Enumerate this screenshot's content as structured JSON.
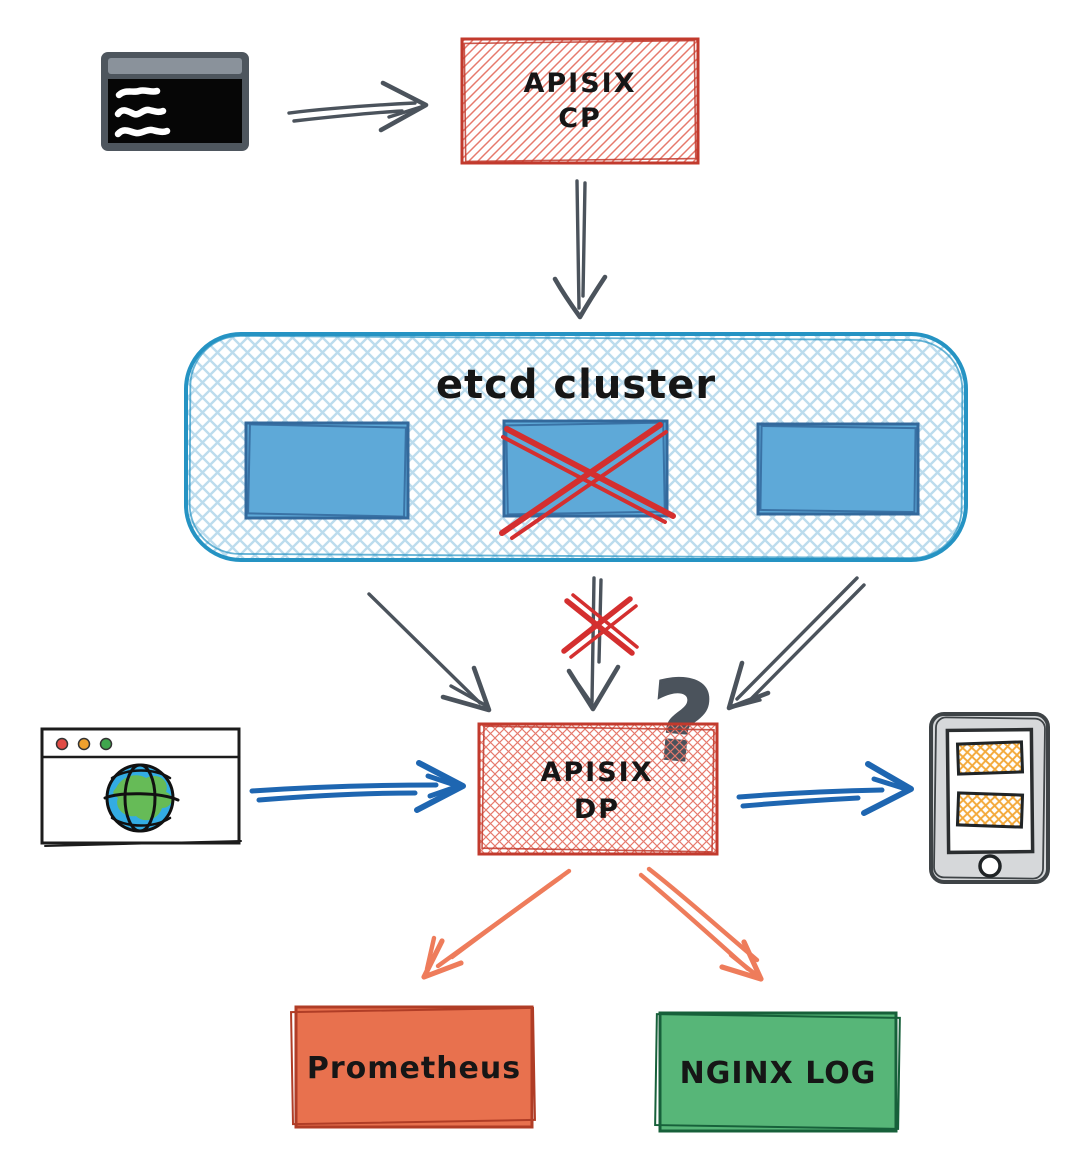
{
  "diagram": {
    "labels": {
      "cp_line1": "APISIX",
      "cp_line2": "CP",
      "etcd_title": "etcd cluster",
      "dp_line1": "APISIX",
      "dp_line2": "DP",
      "question_mark": "?",
      "prometheus": "Prometheus",
      "nginx_log": "NGINX LOG"
    },
    "icons": {
      "terminal": "terminal-window",
      "browser": "web-browser-with-globe",
      "phone": "mobile-device-with-app-screens"
    },
    "etcd_cluster": {
      "node_count": 3,
      "failed_node_index": 2
    },
    "edges": [
      {
        "from": "terminal",
        "to": "apisix-cp",
        "style": "dark"
      },
      {
        "from": "apisix-cp",
        "to": "etcd-cluster",
        "style": "dark"
      },
      {
        "from": "etcd-node-1",
        "to": "apisix-dp",
        "style": "dark"
      },
      {
        "from": "etcd-node-2",
        "to": "apisix-dp",
        "style": "dark",
        "status": "broken"
      },
      {
        "from": "etcd-node-3",
        "to": "apisix-dp",
        "style": "dark"
      },
      {
        "from": "browser",
        "to": "apisix-dp",
        "style": "blue"
      },
      {
        "from": "apisix-dp",
        "to": "phone",
        "style": "blue"
      },
      {
        "from": "apisix-dp",
        "to": "prometheus",
        "style": "orange"
      },
      {
        "from": "apisix-dp",
        "to": "nginx-log",
        "style": "orange"
      }
    ],
    "colors": {
      "red_border": "#c23a2d",
      "red_hatch": "#e6796c",
      "etcd_border": "#2593c3",
      "etcd_hatch": "#bcdced",
      "node_fill": "#5ea9d8",
      "node_border": "#33699c",
      "fail_red": "#d42f2f",
      "arrow_dark": "#4b535c",
      "arrow_blue": "#1e66b1",
      "arrow_orange": "#ee7c5b",
      "prometheus_fill": "#e8714e",
      "prometheus_border": "#b03d26",
      "nginx_fill": "#57b678",
      "nginx_border": "#17603a",
      "phone_body": "#d6d8da",
      "phone_outline": "#3e4346",
      "screen_hatch": "#f3a93a",
      "terminal_frame": "#4e565e",
      "terminal_titlebar": "#8a929b",
      "terminal_screen": "#060606",
      "dot_red": "#e04b45",
      "dot_yellow": "#efa12e",
      "dot_green": "#3fa64d",
      "globe_blue": "#33ace3",
      "globe_green": "#66bb57",
      "text_dark": "#161616"
    }
  }
}
